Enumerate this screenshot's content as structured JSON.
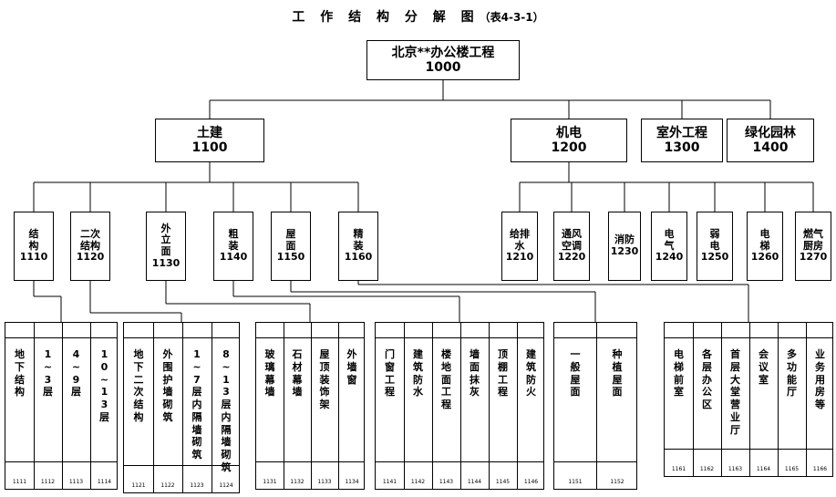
{
  "title": {
    "main": "工 作 结 构 分 解 图",
    "sub": "（表4-3-1）"
  },
  "root": {
    "name": "北京**办公楼工程",
    "code": "1000"
  },
  "level1": [
    {
      "name": "土建",
      "code": "1100"
    },
    {
      "name": "机电",
      "code": "1200"
    },
    {
      "name": "室外工程",
      "code": "1300"
    },
    {
      "name": "绿化园林",
      "code": "1400"
    }
  ],
  "level2": [
    {
      "name": "结构",
      "code": "1110"
    },
    {
      "name": "二次结构",
      "code": "1120"
    },
    {
      "name": "外立面",
      "code": "1130"
    },
    {
      "name": "粗装",
      "code": "1140"
    },
    {
      "name": "屋面",
      "code": "1150"
    },
    {
      "name": "精装",
      "code": "1160"
    },
    {
      "name": "给排水",
      "code": "1210"
    },
    {
      "name": "通风空调",
      "code": "1220"
    },
    {
      "name": "消防",
      "code": "1230"
    },
    {
      "name": "电气",
      "code": "1240"
    },
    {
      "name": "弱电",
      "code": "1250"
    },
    {
      "name": "电梯",
      "code": "1260"
    },
    {
      "name": "燃气厨房",
      "code": "1270"
    }
  ],
  "leaf_groups": [
    {
      "items": [
        {
          "name": "地下结构",
          "code": "1111"
        },
        {
          "name": "1~3层",
          "code": "1112"
        },
        {
          "name": "4~9层",
          "code": "1113"
        },
        {
          "name": "10~13层",
          "code": "1114"
        }
      ]
    },
    {
      "items": [
        {
          "name": "地下二次结构",
          "code": "1121"
        },
        {
          "name": "外围护墙砌筑",
          "code": "1122"
        },
        {
          "name": "1~7层内隔墙砌筑",
          "code": "1123"
        },
        {
          "name": "8~13层内隔墙砌筑",
          "code": "1124"
        }
      ]
    },
    {
      "items": [
        {
          "name": "玻璃幕墙",
          "code": "1131"
        },
        {
          "name": "石材幕墙",
          "code": "1132"
        },
        {
          "name": "屋顶装饰架",
          "code": "1133"
        },
        {
          "name": "外墙窗",
          "code": "1134"
        }
      ]
    },
    {
      "items": [
        {
          "name": "门窗工程",
          "code": "1141"
        },
        {
          "name": "建筑防水",
          "code": "1142"
        },
        {
          "name": "楼地面工程",
          "code": "1143"
        },
        {
          "name": "墙面抹灰",
          "code": "1144"
        },
        {
          "name": "顶棚工程",
          "code": "1145"
        },
        {
          "name": "建筑防火",
          "code": "1146"
        }
      ]
    },
    {
      "items": [
        {
          "name": "一般屋面",
          "code": "1151"
        },
        {
          "name": "种植屋面",
          "code": "1152"
        }
      ]
    },
    {
      "items": [
        {
          "name": "电梯前室",
          "code": "1161"
        },
        {
          "name": "各层办公区",
          "code": "1162"
        },
        {
          "name": "首层大堂营业厅",
          "code": "1163"
        },
        {
          "name": "会议室",
          "code": "1164"
        },
        {
          "name": "多功能厅",
          "code": "1165"
        },
        {
          "name": "业务用房等",
          "code": "1166"
        }
      ]
    }
  ]
}
